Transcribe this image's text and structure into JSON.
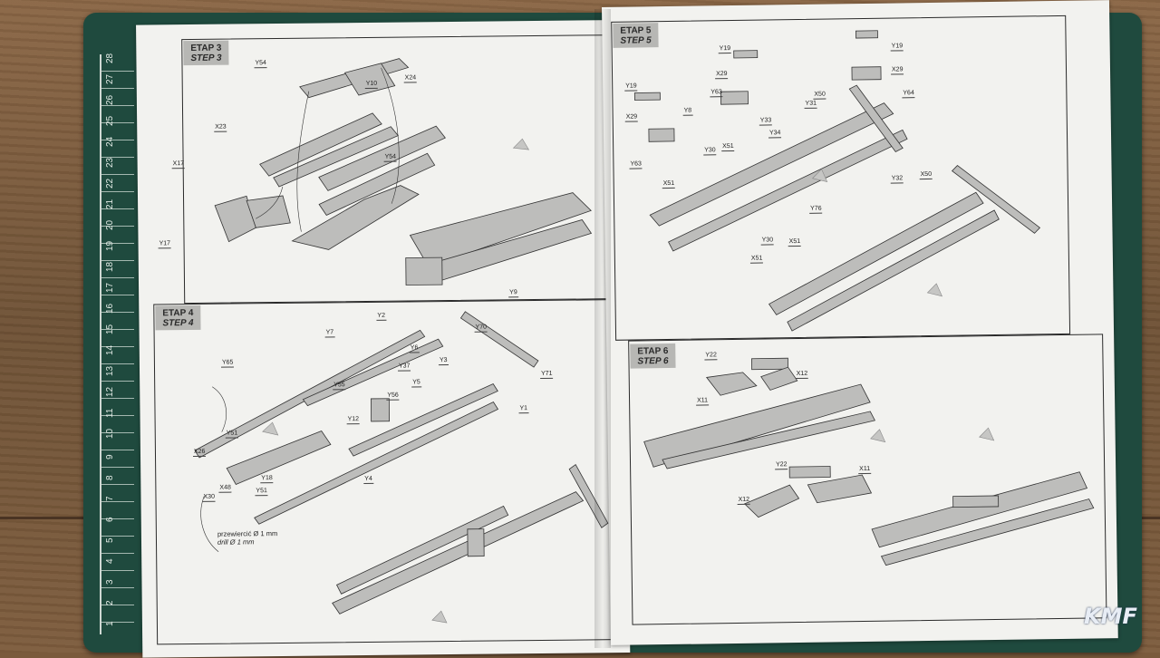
{
  "step3": {
    "title_pl": "ETAP 3",
    "title_en": "STEP 3",
    "labels": [
      "Y54",
      "X23",
      "Y10",
      "X24",
      "X17",
      "Y54",
      "Y17"
    ]
  },
  "step4": {
    "title_pl": "ETAP 4",
    "title_en": "STEP 4",
    "labels": [
      "Y2",
      "Y9",
      "Y7",
      "Y70",
      "Y6",
      "Y3",
      "Y65",
      "Y37",
      "Y55",
      "Y5",
      "Y71",
      "Y56",
      "Y1",
      "Y12",
      "Y51",
      "X26",
      "Y18",
      "Y4",
      "X48",
      "X30",
      "Y51"
    ],
    "drill_note_pl": "przewiercić Ø 1 mm",
    "drill_note_en": "drill Ø 1 mm"
  },
  "step5": {
    "title_pl": "ETAP 5",
    "title_en": "STEP 5",
    "labels": [
      "Y19",
      "Y19",
      "X29",
      "X29",
      "Y19",
      "Y63",
      "Y64",
      "X50",
      "Y8",
      "Y31",
      "X29",
      "Y33",
      "Y34",
      "Y30",
      "X51",
      "Y63",
      "X51",
      "Y32",
      "X50",
      "Y76",
      "Y30",
      "X51",
      "X51"
    ]
  },
  "step6": {
    "title_pl": "ETAP 6",
    "title_en": "STEP 6",
    "labels": [
      "Y22",
      "X12",
      "X11",
      "Y22",
      "X11",
      "X12"
    ]
  },
  "ruler_numbers": [
    "28",
    "27",
    "26",
    "25",
    "24",
    "23",
    "22",
    "21",
    "20",
    "19",
    "18",
    "17",
    "16",
    "15",
    "14",
    "13",
    "12",
    "11",
    "10",
    "9",
    "8",
    "7",
    "6",
    "5",
    "4",
    "3",
    "2",
    "1"
  ],
  "watermark": "KMF"
}
